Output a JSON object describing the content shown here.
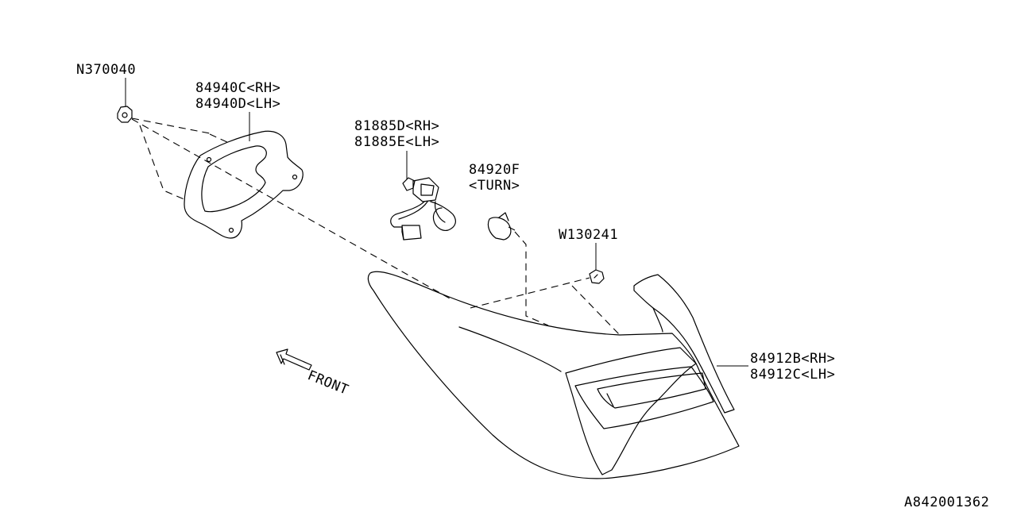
{
  "parts": {
    "grommet": {
      "number": "N370040"
    },
    "gasket": {
      "number_rh": "84940C<RH>",
      "number_lh": "84940D<LH>"
    },
    "socket_harness": {
      "number_rh": "81885D<RH>",
      "number_lh": "81885E<LH>"
    },
    "bulb": {
      "number": "84920F",
      "note": "<TURN>"
    },
    "nut": {
      "number": "W130241"
    },
    "lamp_assembly": {
      "number_rh": "84912B<RH>",
      "number_lh": "84912C<LH>"
    }
  },
  "front_indicator": {
    "label": "FRONT"
  },
  "diagram_id": "A842001362"
}
